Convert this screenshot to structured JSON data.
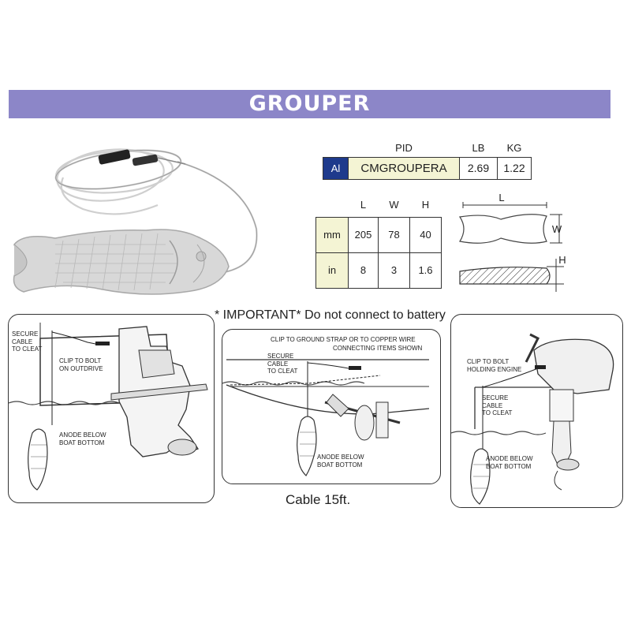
{
  "title": "GROUPER",
  "spec_table": {
    "headers": {
      "pid": "PID",
      "lb": "LB",
      "kg": "KG"
    },
    "row": {
      "material": "Al",
      "pid": "CMGROUPERA",
      "lb": "2.69",
      "kg": "1.22"
    }
  },
  "dimension_table": {
    "headers": {
      "l": "L",
      "w": "W",
      "h": "H"
    },
    "rows": [
      {
        "unit": "mm",
        "l": "205",
        "w": "78",
        "h": "40"
      },
      {
        "unit": "in",
        "l": "8",
        "w": "3",
        "h": "1.6"
      }
    ]
  },
  "dimension_diagram": {
    "l": "L",
    "w": "W",
    "h": "H"
  },
  "important_note": "* IMPORTANT* Do not connect to battery",
  "cable_note": "Cable 15ft.",
  "panels": {
    "left": {
      "secure_cable": [
        "SECURE",
        "CABLE",
        "TO CLEAT"
      ],
      "clip": [
        "CLIP TO BOLT",
        "ON OUTDRIVE"
      ],
      "anode": [
        "ANODE BELOW",
        "BOAT BOTTOM"
      ]
    },
    "middle": {
      "clip_top": "CLIP TO GROUND STRAP OR TO COPPER WIRE",
      "connecting": "CONNECTING ITEMS SHOWN",
      "secure_cable": [
        "SECURE",
        "CABLE",
        "TO CLEAT"
      ],
      "anode": [
        "ANODE BELOW",
        "BOAT BOTTOM"
      ]
    },
    "right": {
      "clip": [
        "CLIP TO BOLT",
        "HOLDING ENGINE"
      ],
      "secure_cable": [
        "SECURE",
        "CABLE",
        "TO CLEAT"
      ],
      "anode": [
        "ANODE BELOW",
        "BOAT BOTTOM"
      ]
    }
  },
  "colors": {
    "banner": "#8c86c8",
    "material_cell": "#1e3a8c",
    "highlight_cell": "#f4f4d4"
  }
}
